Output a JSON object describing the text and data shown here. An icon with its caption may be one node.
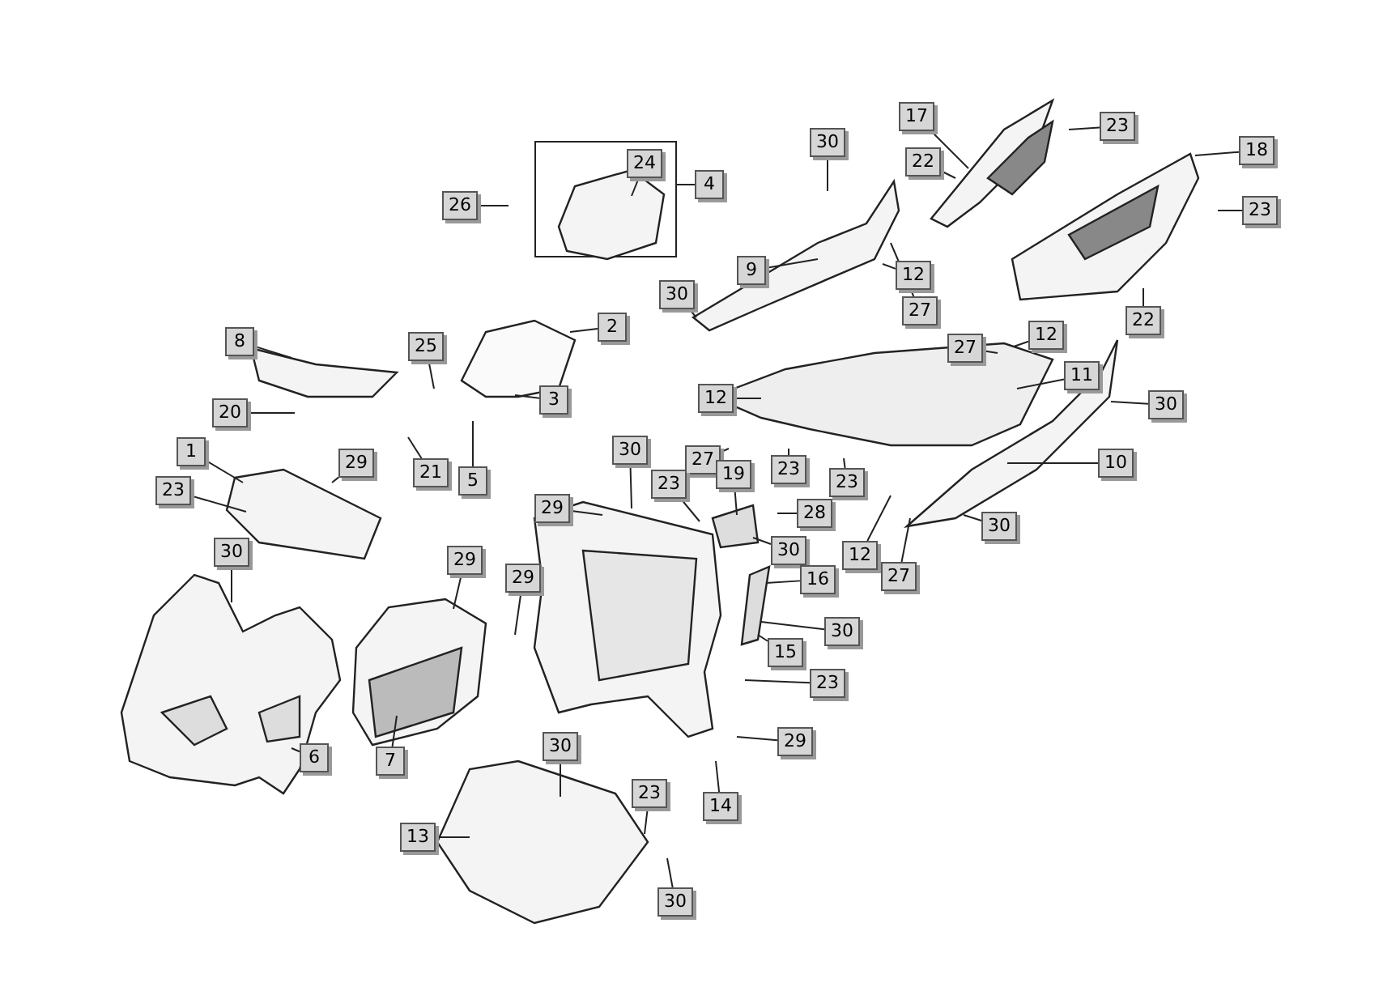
{
  "diagram": {
    "nodes": [
      {
        "text": [
          "17"
        ]
      },
      {
        "text": [
          "23"
        ]
      },
      {
        "text": [
          "30"
        ]
      },
      {
        "text": [
          "22"
        ]
      },
      {
        "text": [
          "18"
        ]
      },
      {
        "text": [
          "24"
        ],
        "in": 57
      },
      {
        "text": [
          "4"
        ]
      },
      {
        "text": [
          "26"
        ]
      },
      {
        "text": [
          "23"
        ]
      },
      {
        "text": [
          "12"
        ]
      },
      {
        "text": [
          "9"
        ]
      },
      {
        "text": [
          "27"
        ]
      },
      {
        "text": [
          "30"
        ]
      },
      {
        "text": [
          "2"
        ]
      },
      {
        "text": [
          "22"
        ]
      },
      {
        "text": [
          "12"
        ]
      },
      {
        "text": [
          "27"
        ]
      },
      {
        "text": [
          "8"
        ]
      },
      {
        "text": [
          "25"
        ]
      },
      {
        "text": [
          "11"
        ]
      },
      {
        "text": [
          "12"
        ]
      },
      {
        "text": [
          "30"
        ]
      },
      {
        "text": [
          "3"
        ]
      },
      {
        "text": [
          "20"
        ]
      },
      {
        "text": [
          "27"
        ]
      },
      {
        "text": [
          "23"
        ]
      },
      {
        "text": [
          "23"
        ]
      },
      {
        "text": [
          "21"
        ]
      },
      {
        "text": [
          "5"
        ]
      },
      {
        "text": [
          "1"
        ]
      },
      {
        "text": [
          "29"
        ]
      },
      {
        "text": [
          "30"
        ]
      },
      {
        "text": [
          "10"
        ]
      },
      {
        "text": [
          "23"
        ]
      },
      {
        "text": [
          "19"
        ]
      },
      {
        "text": [
          "23"
        ]
      },
      {
        "text": [
          "12"
        ]
      },
      {
        "text": [
          "27"
        ]
      },
      {
        "text": [
          "28"
        ]
      },
      {
        "text": [
          "29"
        ]
      },
      {
        "text": [
          "30"
        ]
      },
      {
        "text": [
          "30"
        ]
      },
      {
        "text": [
          "30"
        ]
      },
      {
        "text": [
          "29"
        ]
      },
      {
        "text": [
          "29"
        ]
      },
      {
        "text": [
          "16"
        ]
      },
      {
        "text": [
          "30"
        ]
      },
      {
        "text": [
          "15"
        ]
      },
      {
        "text": [
          "23"
        ]
      },
      {
        "text": [
          "6"
        ]
      },
      {
        "text": [
          "7"
        ]
      },
      {
        "text": [
          "29"
        ]
      },
      {
        "text": [
          "30"
        ]
      },
      {
        "text": [
          "14"
        ]
      },
      {
        "text": [
          "23"
        ]
      },
      {
        "text": [
          "13"
        ]
      },
      {
        "text": [
          "30"
        ]
      },
      {
        "text": [],
        "shape": "box"
      },
      {
        "text": [],
        "shape": "picture"
      },
      {
        "text": [],
        "shape": "picture"
      },
      {
        "text": [],
        "shape": "picture"
      },
      {
        "text": [],
        "shape": "picture"
      },
      {
        "text": [],
        "shape": "picture"
      },
      {
        "text": [],
        "shape": "picture",
        "in": 57
      },
      {
        "text": [],
        "shape": "picture"
      },
      {
        "text": [],
        "shape": "picture"
      },
      {
        "text": [],
        "shape": "picture"
      },
      {
        "text": [],
        "shape": "picture"
      },
      {
        "text": [],
        "shape": "picture"
      },
      {
        "text": [],
        "shape": "picture"
      },
      {
        "text": [],
        "shape": "picture"
      },
      {
        "text": [],
        "shape": "picture"
      },
      {
        "text": [],
        "shape": "picture"
      }
    ],
    "edges": [
      {
        "from": 0,
        "to": 68,
        "arrow": "none"
      },
      {
        "from": 1,
        "to": null,
        "arrow": "none"
      },
      {
        "from": 2,
        "to": null,
        "arrow": "none"
      },
      {
        "from": 3,
        "to": 68,
        "arrow": "none"
      },
      {
        "from": 4,
        "to": 69,
        "arrow": "none"
      },
      {
        "from": 5,
        "to": 63,
        "arrow": "none"
      },
      {
        "from": 6,
        "to": 57,
        "arrow": "none"
      },
      {
        "from": 7,
        "to": null,
        "arrow": "none"
      },
      {
        "from": 8,
        "to": null,
        "arrow": "none"
      },
      {
        "from": 9,
        "to": 66,
        "arrow": "none"
      },
      {
        "from": 10,
        "to": 66,
        "arrow": "none"
      },
      {
        "from": 11,
        "to": 66,
        "arrow": "none"
      },
      {
        "from": 12,
        "to": 66,
        "arrow": "none"
      },
      {
        "from": 13,
        "to": 62,
        "arrow": "none"
      },
      {
        "from": 14,
        "to": 69,
        "arrow": "none"
      },
      {
        "from": 15,
        "to": 65,
        "arrow": "none"
      },
      {
        "from": 16,
        "to": 65,
        "arrow": "none"
      },
      {
        "from": 17,
        "to": 61,
        "arrow": "none"
      },
      {
        "from": 18,
        "to": null,
        "arrow": "none"
      },
      {
        "from": 19,
        "to": 65,
        "arrow": "none"
      },
      {
        "from": 20,
        "to": 65,
        "arrow": "none"
      },
      {
        "from": 21,
        "to": 67,
        "arrow": "none"
      },
      {
        "from": 22,
        "to": 62,
        "arrow": "none"
      },
      {
        "from": 23,
        "to": null,
        "arrow": "none"
      },
      {
        "from": 24,
        "to": null,
        "arrow": "none"
      },
      {
        "from": 25,
        "to": null,
        "arrow": "none"
      },
      {
        "from": 26,
        "to": null,
        "arrow": "none"
      },
      {
        "from": 27,
        "to": null,
        "arrow": "none"
      },
      {
        "from": 28,
        "to": null,
        "arrow": "none"
      },
      {
        "from": 29,
        "to": 60,
        "arrow": "none"
      },
      {
        "from": 30,
        "to": 60,
        "arrow": "none"
      },
      {
        "from": 31,
        "to": 64,
        "arrow": "none"
      },
      {
        "from": 32,
        "to": 67,
        "arrow": "none"
      },
      {
        "from": 33,
        "to": 60,
        "arrow": "none"
      },
      {
        "from": 34,
        "to": 71,
        "arrow": "none"
      },
      {
        "from": 35,
        "to": 64,
        "arrow": "none"
      },
      {
        "from": 36,
        "to": null,
        "arrow": "none"
      },
      {
        "from": 37,
        "to": 67,
        "arrow": "none"
      },
      {
        "from": 38,
        "to": null,
        "arrow": "none"
      },
      {
        "from": 39,
        "to": 64,
        "arrow": "none"
      },
      {
        "from": 40,
        "to": 67,
        "arrow": "none"
      },
      {
        "from": 41,
        "to": 58,
        "arrow": "none"
      },
      {
        "from": 42,
        "to": 71,
        "arrow": "none"
      },
      {
        "from": 43,
        "to": 59,
        "arrow": "none"
      },
      {
        "from": 44,
        "to": null,
        "arrow": "none"
      },
      {
        "from": 45,
        "to": 72,
        "arrow": "none"
      },
      {
        "from": 46,
        "to": 72,
        "arrow": "none"
      },
      {
        "from": 47,
        "to": 72,
        "arrow": "none"
      },
      {
        "from": 48,
        "to": null,
        "arrow": "none"
      },
      {
        "from": 49,
        "to": 58,
        "arrow": "none"
      },
      {
        "from": 50,
        "to": 59,
        "arrow": "none"
      },
      {
        "from": 51,
        "to": null,
        "arrow": "none"
      },
      {
        "from": 52,
        "to": 70,
        "arrow": "none"
      },
      {
        "from": 53,
        "to": null,
        "arrow": "none"
      },
      {
        "from": 54,
        "to": 70,
        "arrow": "none"
      },
      {
        "from": 55,
        "to": 70,
        "arrow": "none"
      },
      {
        "from": 56,
        "to": null,
        "arrow": "none"
      }
    ]
  }
}
